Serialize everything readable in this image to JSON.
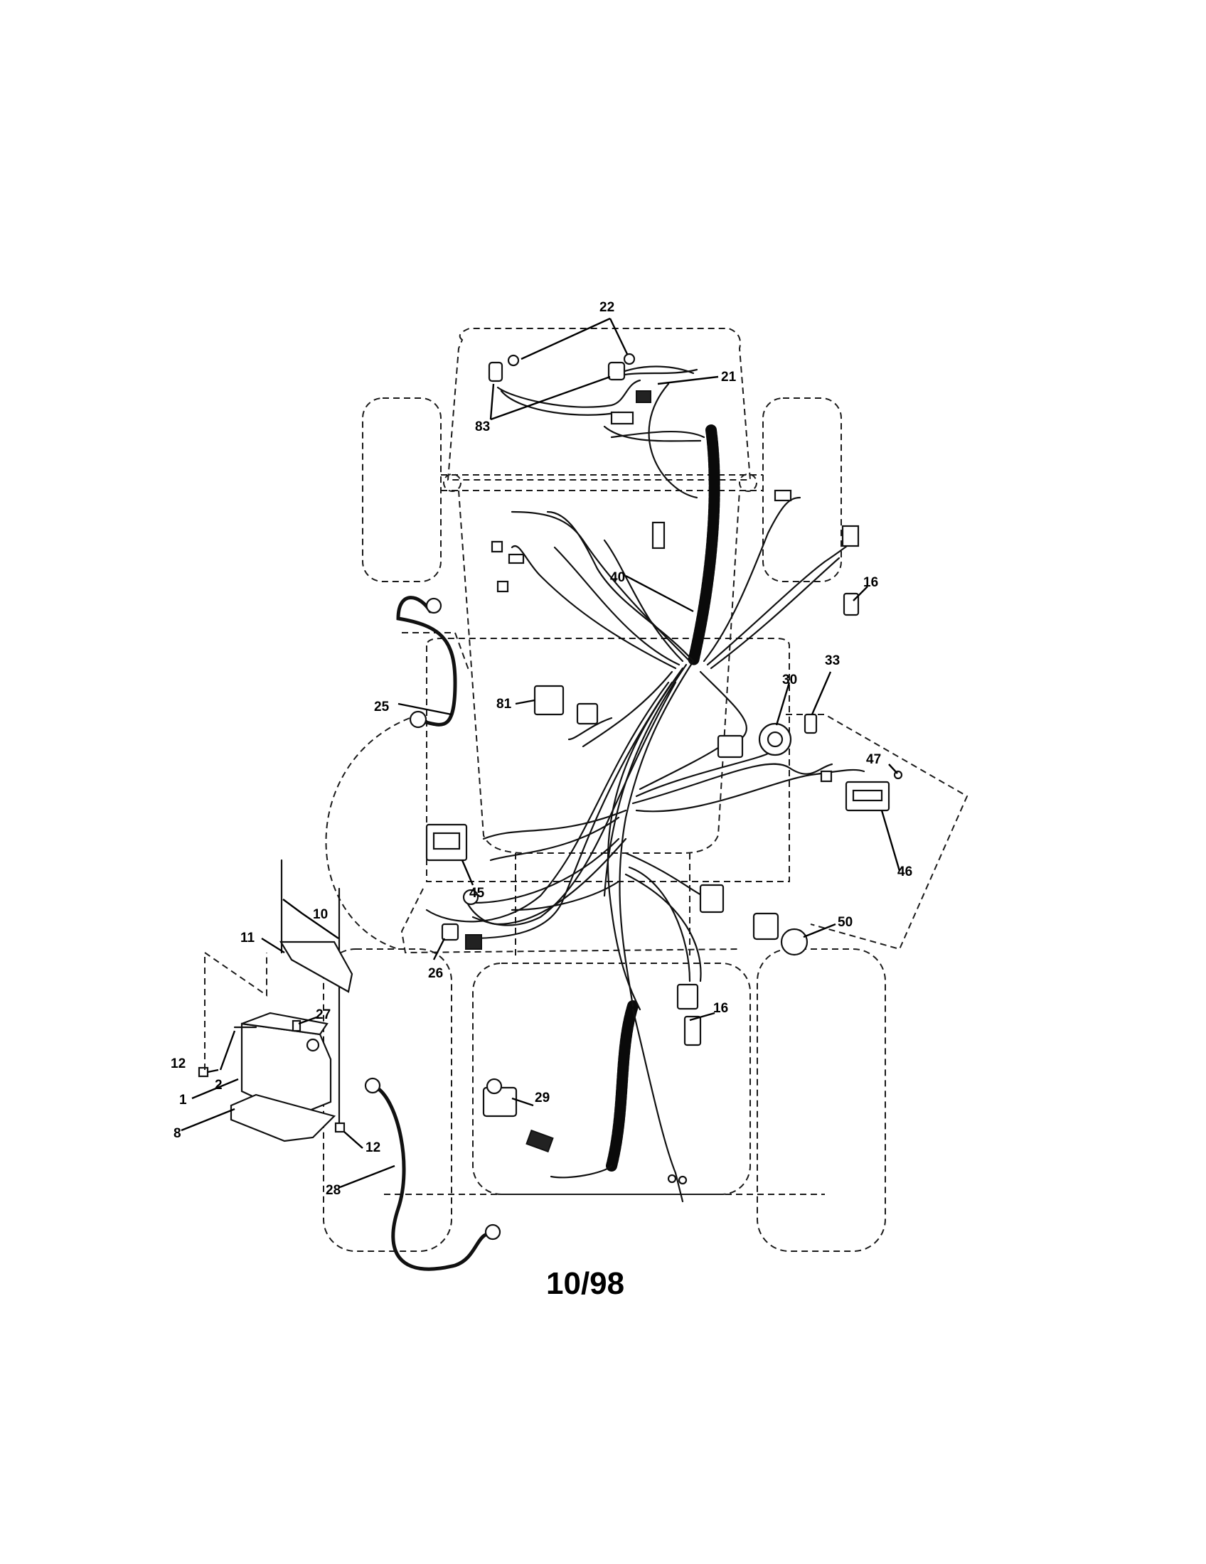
{
  "callouts": {
    "c22": "22",
    "c21": "21",
    "c83": "83",
    "c40": "40",
    "c16a": "16",
    "c33": "33",
    "c30": "30",
    "c25": "25",
    "c81": "81",
    "c47": "47",
    "c46": "46",
    "c45": "45",
    "c10": "10",
    "c11": "11",
    "c50": "50",
    "c26": "26",
    "c27": "27",
    "c16b": "16",
    "c12a": "12",
    "c2": "2",
    "c29": "29",
    "c1": "1",
    "c8": "8",
    "c12b": "12",
    "c28": "28"
  },
  "date_stamp": "10/98"
}
